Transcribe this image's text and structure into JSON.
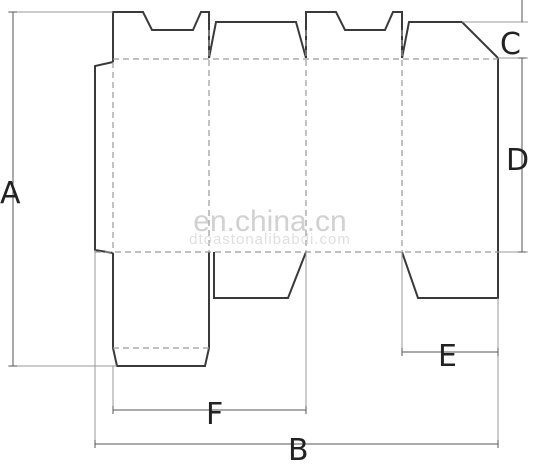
{
  "labels": {
    "A": "A",
    "B": "B",
    "C": "C",
    "D": "D",
    "E": "E",
    "F": "F"
  },
  "watermark": {
    "main": "en.china.cn",
    "sub": "dtoastonalibabdi.com"
  },
  "colors": {
    "cut_line": "#3a3a3a",
    "fold_line": "#9a9a9a",
    "dimension_line": "#555555",
    "background": "#ffffff"
  }
}
